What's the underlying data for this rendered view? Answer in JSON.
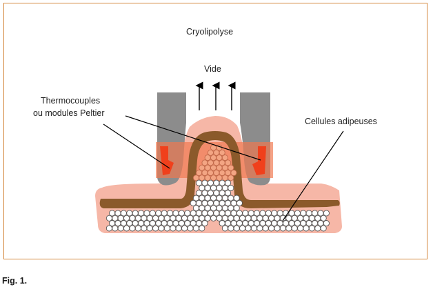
{
  "figure": {
    "title": "Cryolipolyse",
    "vacuum_label": "Vide",
    "thermocouples_label_line1": "Thermocouples",
    "thermocouples_label_line2": "ou modules Peltier",
    "fat_cells_label": "Cellules adipeuses",
    "caption": "Fig. 1."
  },
  "colors": {
    "frame_border": "#d4873c",
    "applicator_gray": "#8c8c8c",
    "skin_pink": "#f6b7a7",
    "muscle_brown": "#8b5a2b",
    "cooling_zone_orange": "#f0784e",
    "peltier_red": "#f0401c",
    "cooled_cells": "#f3a583",
    "fat_cell_fill": "#ffffff",
    "fat_cell_stroke": "#555555",
    "arrow_black": "#000000"
  },
  "icons": {
    "suction_arrows": "arrow-up-icon"
  }
}
